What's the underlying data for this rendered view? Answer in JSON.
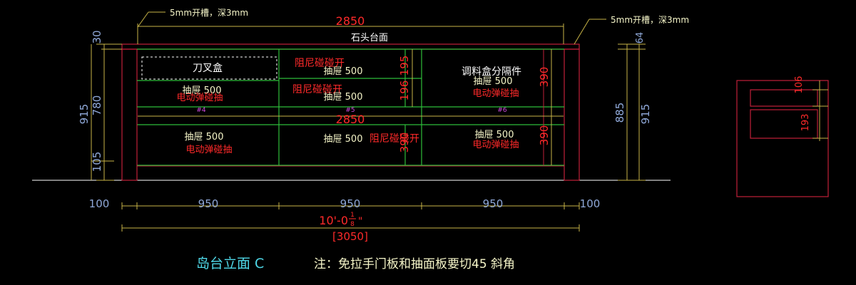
{
  "drawing": {
    "title": "岛台立面 C",
    "note": "注：免拉手门板和抽面板要切45 斜角",
    "top_label": "石头台面",
    "groove_left": "5mm开槽，深3mm",
    "groove_right": "5mm开槽，深3mm",
    "overall_top": "2850",
    "overall_mid": "2850",
    "total_imperial_main": "10'-0",
    "total_imperial_frac_num": "1",
    "total_imperial_frac_den": "8",
    "total_imperial_inch": "\"",
    "total_metric": "[3050]",
    "knife_box": "刀叉盒",
    "seasoning_box": "调料盒分隔件",
    "drawer_left_1": "抽屉 500",
    "drawer_left_2": "抽屉 500",
    "drawer_mid_1": "抽屉 500",
    "drawer_mid_2": "抽屉 500",
    "drawer_mid_3": "抽屉 500",
    "drawer_right_1": "抽屉 500",
    "drawer_right_2": "抽屉 500",
    "elec_left_1": "电动弹碰抽",
    "elec_left_2": "电动弹碰抽",
    "elec_right_1": "电动弹碰抽",
    "elec_right_2": "电动弹碰抽",
    "damp_mid_1": "阻尼碰碰开",
    "damp_mid_2": "阻尼碰碰开",
    "damp_mid_3": "阻尼碰碰开",
    "tag_4": "#4",
    "tag_5": "#5",
    "tag_6": "#6",
    "dim_left_915": "915",
    "dim_left_780": "780",
    "dim_left_105": "105",
    "dim_left_30": "30",
    "dim_right_885": "885",
    "dim_right_915": "915",
    "dim_right_64": "64",
    "dim_mid_195": "195",
    "dim_mid_196": "196",
    "dim_mid_390": "390",
    "dim_right_390a": "390",
    "dim_right_390b": "390",
    "bottom_100_left": "100",
    "bottom_950_a": "950",
    "bottom_950_b": "950",
    "bottom_950_c": "950",
    "bottom_100_right": "100",
    "side_106": "106",
    "side_193": "193",
    "colors": {
      "background": "#000000",
      "yellow_dim": "#c8b447",
      "green_panel": "#2ebd3a",
      "red_outline": "#c0203a",
      "blue_text": "#8fa8d8",
      "cyan_title": "#4fd8e8"
    }
  }
}
